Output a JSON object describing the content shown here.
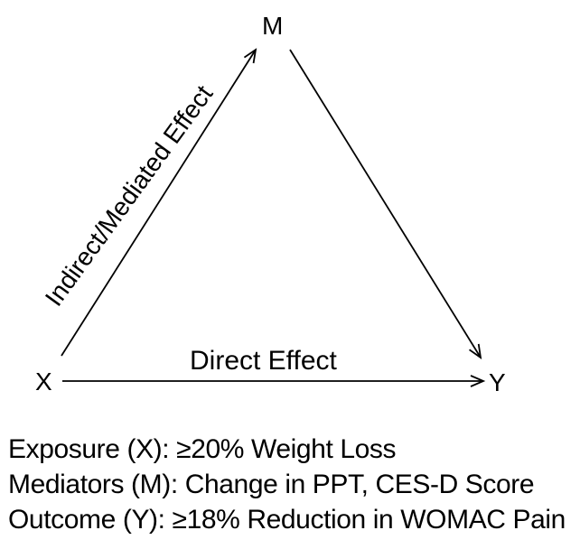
{
  "diagram": {
    "nodes": {
      "m": "M",
      "x": "X",
      "y": "Y"
    },
    "edge_labels": {
      "indirect": "Indirect/Mediated Effect",
      "direct": "Direct Effect"
    },
    "legend": [
      "Exposure (X): ≥20% Weight Loss",
      "Mediators (M): Change in PPT, CES-D Score",
      "Outcome (Y): ≥18% Reduction in WOMAC Pain"
    ],
    "colors": {
      "ink": "#000000",
      "background": "#ffffff"
    }
  }
}
